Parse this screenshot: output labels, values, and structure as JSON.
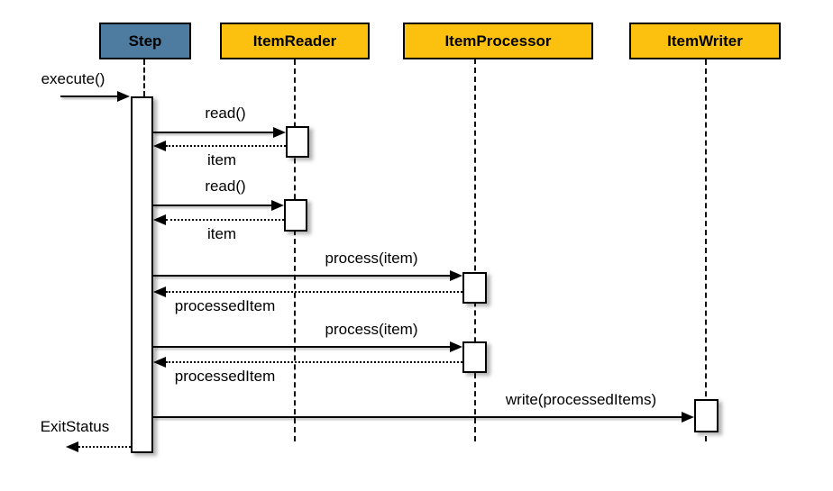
{
  "diagram": {
    "type": "uml-sequence",
    "background": "#FFFFFF"
  },
  "colors": {
    "step_fill": "#4E7CA0",
    "participant_fill": "#FCC10E",
    "border": "#000000",
    "line": "#000000"
  },
  "participants": [
    {
      "label": "Step"
    },
    {
      "label": "ItemReader"
    },
    {
      "label": "ItemProcessor"
    },
    {
      "label": "ItemWriter"
    }
  ],
  "messages": [
    {
      "label": "execute()",
      "type": "call",
      "from": "caller",
      "to": "Step"
    },
    {
      "label": "read()",
      "type": "call",
      "from": "Step",
      "to": "ItemReader"
    },
    {
      "label": "item",
      "type": "return",
      "from": "ItemReader",
      "to": "Step"
    },
    {
      "label": "read()",
      "type": "call",
      "from": "Step",
      "to": "ItemReader"
    },
    {
      "label": "item",
      "type": "return",
      "from": "ItemReader",
      "to": "Step"
    },
    {
      "label": "process(item)",
      "type": "call",
      "from": "Step",
      "to": "ItemProcessor"
    },
    {
      "label": "processedItem",
      "type": "return",
      "from": "ItemProcessor",
      "to": "Step"
    },
    {
      "label": "process(item)",
      "type": "call",
      "from": "Step",
      "to": "ItemProcessor"
    },
    {
      "label": "processedItem",
      "type": "return",
      "from": "ItemProcessor",
      "to": "Step"
    },
    {
      "label": "write(processedItems)",
      "type": "call",
      "from": "Step",
      "to": "ItemWriter"
    },
    {
      "label": "ExitStatus",
      "type": "return",
      "from": "Step",
      "to": "caller"
    }
  ]
}
